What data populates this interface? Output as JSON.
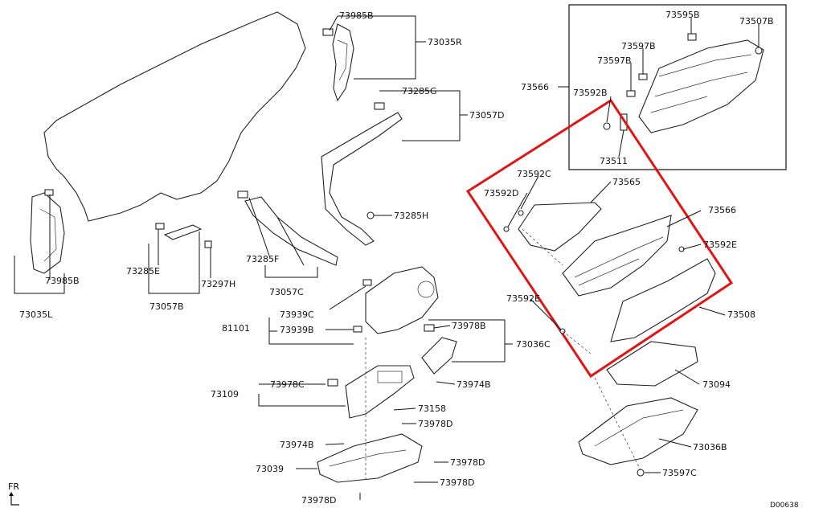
{
  "diagram": {
    "labels": {
      "p73985B_top": "73985B",
      "p73035R": "73035R",
      "p73285G": "73285G",
      "p73057D": "73057D",
      "p73285H": "73285H",
      "p73285F": "73285F",
      "p73057C": "73057C",
      "p73985B_left": "73985B",
      "p73035L": "73035L",
      "p73285E": "73285E",
      "p73297H": "73297H",
      "p73057B": "73057B",
      "p73939C": "73939C",
      "p81101": "81101",
      "p73939B": "73939B",
      "p73978B": "73978B",
      "p73036C": "73036C",
      "p73974B_r": "73974B",
      "p73109": "73109",
      "p73978C": "73978C",
      "p73158": "73158",
      "p73978D_1": "73978D",
      "p73974B_l": "73974B",
      "p73978D_2": "73978D",
      "p73039": "73039",
      "p73978D_3": "73978D",
      "p73978D_4": "73978D",
      "p73595B": "73595B",
      "p73507B": "73507B",
      "p73597B_1": "73597B",
      "p73597B_2": "73597B",
      "p73566_top": "73566",
      "p73592B": "73592B",
      "p73511": "73511",
      "p73592C": "73592C",
      "p73565": "73565",
      "p73592D": "73592D",
      "p73566_mid": "73566",
      "p73592E_r": "73592E",
      "p73592E_l": "73592E",
      "p73508": "73508",
      "p73094": "73094",
      "p73036B": "73036B",
      "p73597C": "73597C",
      "fr": "FR",
      "code": "D00638"
    }
  }
}
